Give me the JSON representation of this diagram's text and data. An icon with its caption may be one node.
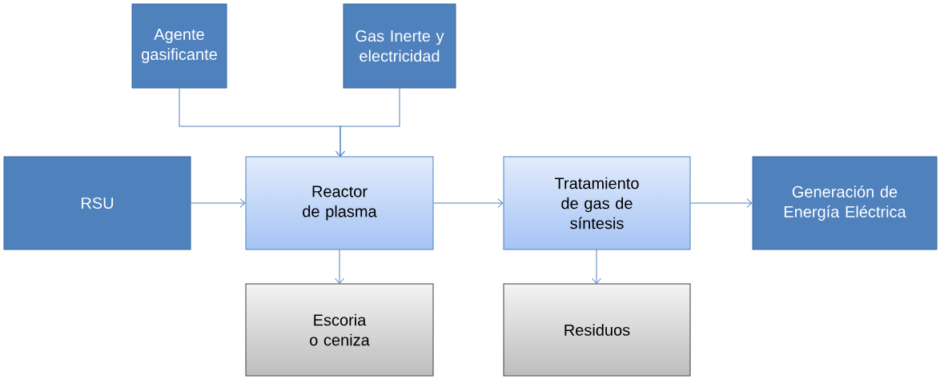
{
  "diagram": {
    "nodes": [
      {
        "text": [
          "Agente gasificante"
        ]
      },
      {
        "text": [
          "Gas Inerte y electricidad"
        ]
      },
      {
        "text": [
          "RSU"
        ]
      },
      {
        "text": [
          "Reactor de plasma"
        ]
      },
      {
        "text": [
          "Tratamiento de gas de síntesis"
        ]
      },
      {
        "text": [
          "Generación de Energía Eléctrica"
        ]
      },
      {
        "text": [
          "Escoria o ceniza"
        ]
      },
      {
        "text": [
          "Residuos"
        ]
      }
    ],
    "edges": [
      {
        "from": 0,
        "to": 3,
        "arrow": "to"
      },
      {
        "from": 1,
        "to": 3,
        "arrow": "to"
      },
      {
        "from": 2,
        "to": 3,
        "arrow": "to"
      },
      {
        "from": 3,
        "to": 4,
        "arrow": "to"
      },
      {
        "from": 4,
        "to": 5,
        "arrow": "to"
      },
      {
        "from": 3,
        "to": 6,
        "arrow": "to"
      },
      {
        "from": 4,
        "to": 7,
        "arrow": "to"
      }
    ]
  }
}
